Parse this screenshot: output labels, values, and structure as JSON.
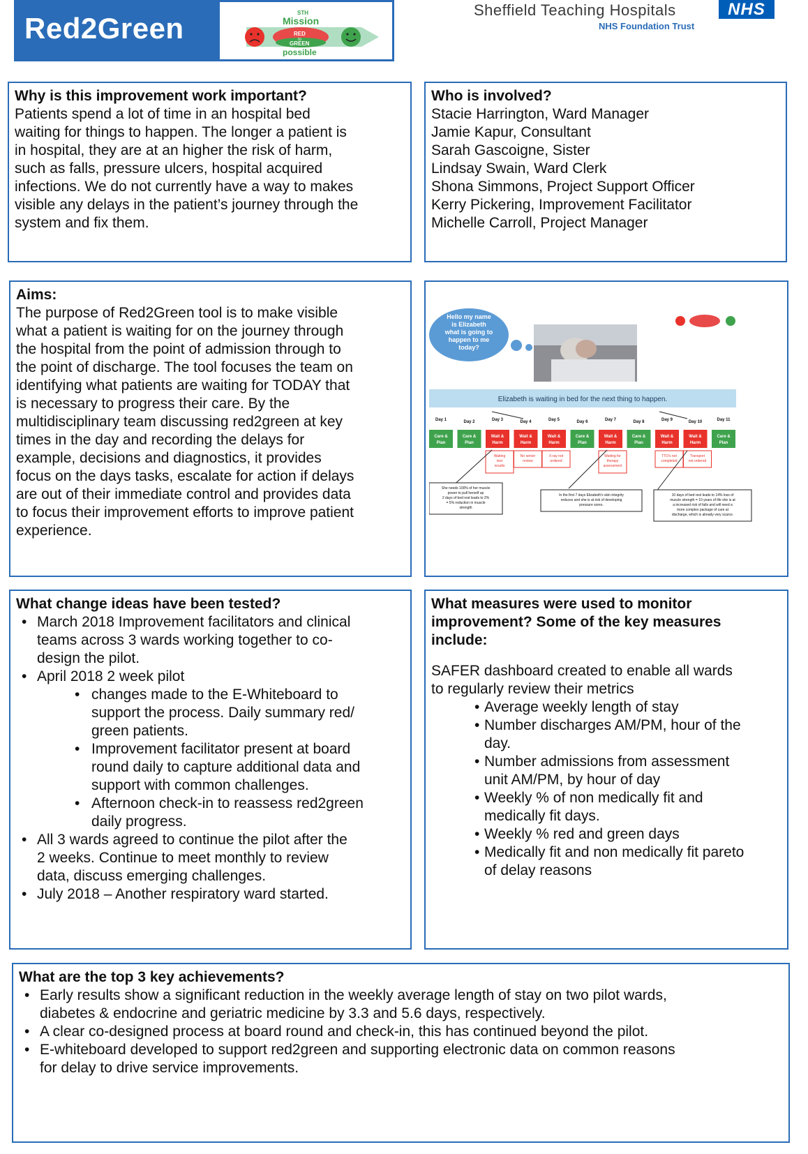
{
  "header": {
    "title": "Red2Green",
    "logo": {
      "line1": "STH",
      "line2": "Mission",
      "red": "RED",
      "to": "to",
      "green": "GREEN",
      "line3": "possible"
    },
    "trust_name": "Sheffield Teaching Hospitals",
    "trust_sub": "NHS Foundation Trust",
    "nhs": "NHS",
    "colors": {
      "brand_blue": "#2a6cb8",
      "nhs_blue": "#005eb8"
    }
  },
  "why": {
    "title": "Why is this improvement work important?",
    "lines": [
      "Patients spend a lot of  time in an hospital bed",
      "waiting for things to happen.  The longer a patient is",
      "in hospital, they are at an higher the risk of harm,",
      "such as falls, pressure ulcers, hospital acquired",
      "infections.  We do not currently have a way to makes",
      "visible any delays in the patient’s journey through the",
      "system and fix them."
    ]
  },
  "who": {
    "title": "Who is involved?",
    "people": [
      "Stacie Harrington, Ward Manager",
      "Jamie Kapur, Consultant",
      "Sarah Gascoigne, Sister",
      "Lindsay Swain, Ward Clerk",
      "Shona Simmons, Project Support Officer",
      "Kerry Pickering, Improvement Facilitator",
      "Michelle Carroll, Project Manager"
    ]
  },
  "aims": {
    "title": "Aims:",
    "lines": [
      "The purpose of Red2Green tool is to make visible",
      "what a patient is waiting for on the journey through",
      "the hospital from the point of admission through to",
      "the point of discharge. The tool focuses the team on",
      "identifying what patients are waiting for TODAY that",
      "is necessary to progress their care.  By the",
      "multidisciplinary team discussing red2green at key",
      "times in the day and recording the delays for",
      "example, decisions and diagnostics, it provides",
      "focus on the days tasks, escalate for action if delays",
      "are out of their immediate control and provides data",
      "to focus their improvement efforts to improve patient",
      "experience."
    ]
  },
  "infographic": {
    "bubble": [
      "Hello my name",
      "is Elizabeth",
      "what is going to",
      "happen to me",
      "today?"
    ],
    "banner": "Elizabeth is waiting in bed for the next thing to happen.",
    "days": [
      {
        "day": "Day 1",
        "status": [
          "Care &",
          "Plan"
        ],
        "color": "green"
      },
      {
        "day": "Day 2",
        "status": [
          "Care &",
          "Plan"
        ],
        "color": "green"
      },
      {
        "day": "Day 3",
        "status": [
          "Wait &",
          "Harm"
        ],
        "color": "red"
      },
      {
        "day": "Day 4",
        "status": [
          "Wait &",
          "Harm"
        ],
        "color": "red"
      },
      {
        "day": "Day 5",
        "status": [
          "Wait &",
          "Harm"
        ],
        "color": "red"
      },
      {
        "day": "Day 6",
        "status": [
          "Care &",
          "Plan"
        ],
        "color": "green"
      },
      {
        "day": "Day 7",
        "status": [
          "Wait &",
          "Harm"
        ],
        "color": "red"
      },
      {
        "day": "Day 8",
        "status": [
          "Care &",
          "Plan"
        ],
        "color": "green"
      },
      {
        "day": "Day 9",
        "status": [
          "Wait &",
          "Harm"
        ],
        "color": "red"
      },
      {
        "day": "Day 10",
        "status": [
          "Wait &",
          "Harm"
        ],
        "color": "red"
      },
      {
        "day": "Day 11",
        "status": [
          "Care &",
          "Plan"
        ],
        "color": "green"
      }
    ],
    "delays": [
      {
        "col": 2,
        "text": [
          "Waiting",
          "test",
          "results"
        ]
      },
      {
        "col": 3,
        "text": [
          "No senior",
          "review"
        ]
      },
      {
        "col": 4,
        "text": [
          "X-ray not",
          "ordered"
        ]
      },
      {
        "col": 6,
        "text": [
          "Waiting for",
          "therapy",
          "assessment"
        ]
      },
      {
        "col": 8,
        "text": [
          "TTO's not",
          "completed"
        ]
      },
      {
        "col": 9,
        "text": [
          "Transport",
          "not ordered"
        ]
      }
    ],
    "notes": [
      [
        "She needs 100% of her muscle",
        "power to pull herself up",
        "2 days of bed rest leads to 2%",
        "= 5% reduction in muscle",
        "strength"
      ],
      [
        "In the first 7 days Elizabeth's skin integrity",
        "reduces and she is at risk of developing",
        "pressure sores."
      ],
      [
        "10 days of bed rest leads to 14% loss of",
        "muscle strength = 10 years of life she is at",
        "a increased risk of falls and will need a",
        "more complex package of care at",
        "discharge, which is already very scarce."
      ]
    ],
    "colors": {
      "red": "#e8322b",
      "green": "#3fa34d",
      "banner": "#bcdcef",
      "bubble": "#5b9bd5"
    }
  },
  "changes": {
    "title": "What change ideas have been tested?",
    "items": [
      {
        "lines": [
          "March 2018  Improvement facilitators and clinical",
          "teams  across 3 wards working together to co-",
          "design the pilot."
        ]
      },
      {
        "lines": [
          "April 2018  2 week pilot"
        ],
        "sub": [
          [
            "changes made to the E-Whiteboard to",
            "support the process. Daily summary red/",
            "green patients."
          ],
          [
            "Improvement facilitator present at board",
            "round daily to capture additional data and",
            "support with common challenges."
          ],
          [
            "Afternoon check-in to reassess red2green",
            "daily progress."
          ]
        ]
      },
      {
        "lines": [
          "All 3 wards agreed to continue the pilot after the",
          "2  weeks.  Continue  to  meet  monthly  to  review",
          "data, discuss emerging challenges."
        ]
      },
      {
        "lines": [
          "July 2018 – Another respiratory ward started."
        ]
      }
    ]
  },
  "measures": {
    "title_lines": [
      "What measures were used to monitor",
      "improvement? Some of the key measures",
      "include:"
    ],
    "intro": [
      "SAFER dashboard created to enable all wards",
      "to regularly review their metrics"
    ],
    "items": [
      [
        "Average weekly length of stay"
      ],
      [
        "Number discharges AM/PM, hour of the",
        "day."
      ],
      [
        "Number admissions  from assessment",
        "unit AM/PM, by hour of day"
      ],
      [
        "Weekly % of non medically fit and",
        "medically fit days."
      ],
      [
        "Weekly % red and green days"
      ],
      [
        "Medically fit and non medically fit pareto",
        "of delay reasons"
      ]
    ]
  },
  "achievements": {
    "title": "What are the top 3 key achievements?",
    "items": [
      [
        "Early results show a significant reduction in the weekly average  length of stay on two pilot wards,",
        "diabetes & endocrine and geriatric medicine by 3.3 and 5.6 days, respectively."
      ],
      [
        "A clear co-designed process at board round and check-in, this has continued beyond the pilot."
      ],
      [
        "E-whiteboard developed to support red2green and supporting electronic data on common reasons",
        "for delay to drive service improvements."
      ]
    ]
  }
}
